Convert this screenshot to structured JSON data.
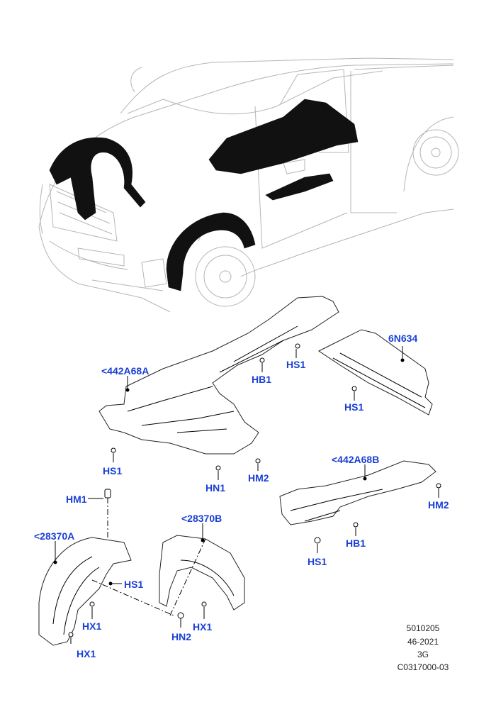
{
  "callouts": {
    "c_6n634": "6N634",
    "c_442a68a": "<442A68A",
    "c_hs1_top": "HS1",
    "c_hb1_top": "HB1",
    "c_hs1_right": "HS1",
    "c_hs1_left": "HS1",
    "c_hn1": "HN1",
    "c_hm2_mid": "HM2",
    "c_442a68b": "<442A68B",
    "c_hm2_right": "HM2",
    "c_hb1_right": "HB1",
    "c_hs1_low": "HS1",
    "c_hm1": "HM1",
    "c_28370a": "<28370A",
    "c_28370b": "<28370B",
    "c_hs1_liner": "HS1",
    "c_hx1_a": "HX1",
    "c_hx1_b": "HX1",
    "c_hx1_c": "HX1",
    "c_hn2": "HN2"
  },
  "reference": {
    "line1": "5010205",
    "line2": "46-2021",
    "line3": "3G",
    "line4": "C0317000-03"
  },
  "colors": {
    "callout": "#1a3fd6",
    "part_fill": "#111111",
    "car_outline": "#b5b5b5"
  }
}
